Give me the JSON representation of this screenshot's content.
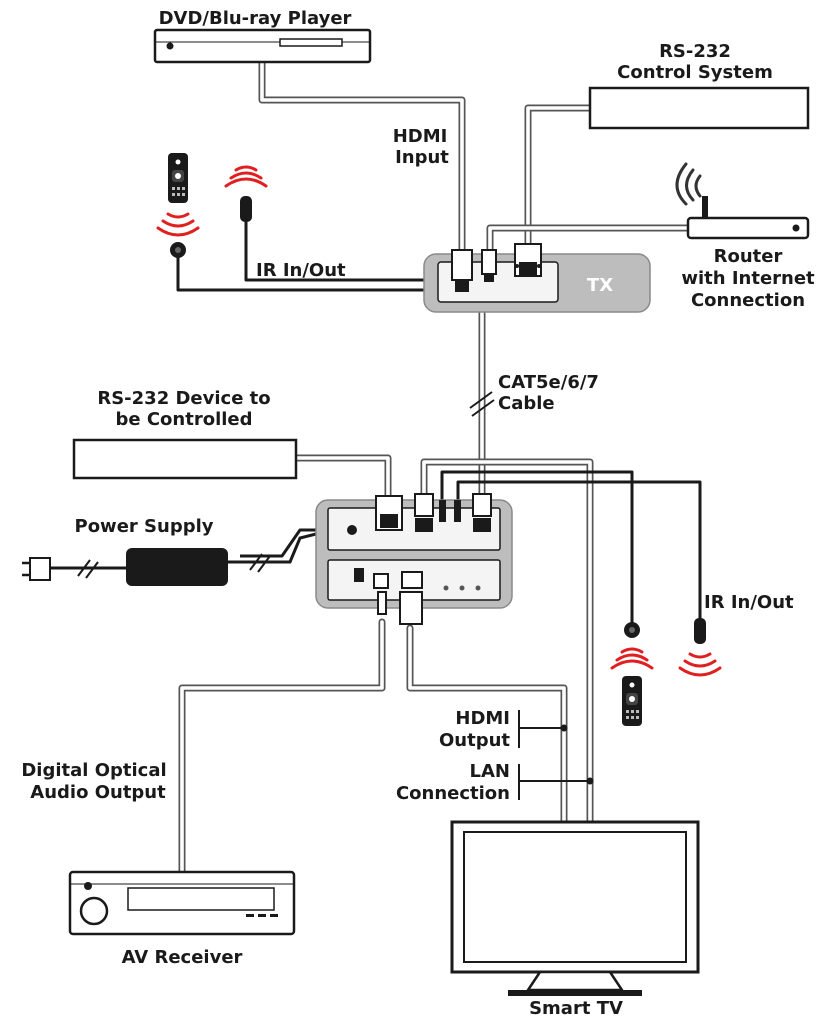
{
  "labels": {
    "dvd": "DVD/Blu-ray Player",
    "rs232_ctrl_1": "RS-232",
    "rs232_ctrl_2": "Control System",
    "hdmi_input_1": "HDMI",
    "hdmi_input_2": "Input",
    "ir_tx": "IR In/Out",
    "tx": "TX",
    "router_1": "Router",
    "router_2": "with Internet",
    "router_3": "Connection",
    "cable_1": "CAT5e/6/7",
    "cable_2": "Cable",
    "rs232_dev_1": "RS-232 Device to",
    "rs232_dev_2": "be Controlled",
    "power": "Power Supply",
    "ir_rx": "IR In/Out",
    "hdmi_output_1": "HDMI",
    "hdmi_output_2": "Output",
    "lan_1": "LAN",
    "lan_2": "Connection",
    "optical_1": "Digital Optical",
    "optical_2": "Audio Output",
    "av_receiver": "AV Receiver",
    "smart_tv": "Smart TV"
  },
  "colors": {
    "accent_ir": "#e02020",
    "unit_fill": "#bdbdbd",
    "cable": "#555555"
  }
}
